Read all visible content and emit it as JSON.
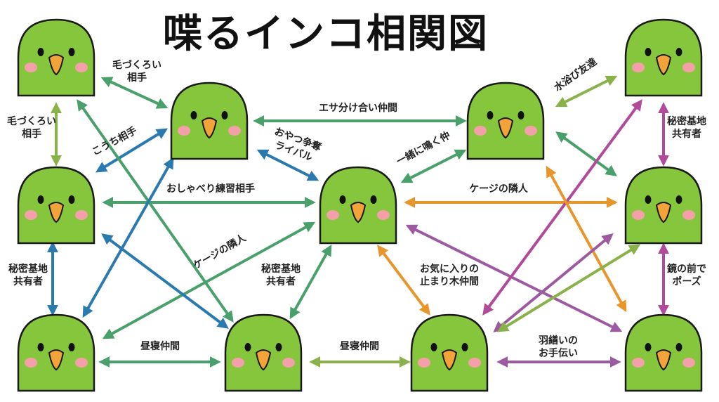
{
  "title": "喋るインコ相関図",
  "colors": {
    "body": "#86c63c",
    "body_stroke": "#1a1a1a",
    "beak": "#f2a33a",
    "cheek": "#f4a0a8",
    "green_arrow": "#4aa06a",
    "olive_arrow": "#8ab24a",
    "blue_arrow": "#2a7ab0",
    "orange_arrow": "#e8962a",
    "purple_arrow": "#9c5aa0",
    "magenta_arrow": "#b04a9a"
  },
  "nodes": [
    {
      "id": "p1"
    },
    {
      "id": "p2"
    },
    {
      "id": "p3"
    },
    {
      "id": "p4"
    },
    {
      "id": "p5"
    },
    {
      "id": "p6"
    },
    {
      "id": "p7"
    },
    {
      "id": "p8"
    },
    {
      "id": "p9"
    },
    {
      "id": "p10"
    },
    {
      "id": "p11"
    }
  ],
  "edges": [
    {
      "label": "毛づくろい\n相手",
      "color": "olive_arrow"
    },
    {
      "label": "毛づくろい\n相手",
      "color": "green_arrow"
    },
    {
      "label": "こうち相手",
      "color": "blue_arrow"
    },
    {
      "label": "エサ分け合い仲間",
      "color": "green_arrow"
    },
    {
      "label": "おやつ争奪\nライバル",
      "color": "blue_arrow"
    },
    {
      "label": "おしゃべり練習相手",
      "color": "green_arrow"
    },
    {
      "label": "ケージの隣人",
      "color": "green_arrow"
    },
    {
      "label": "秘密基地\n共有者",
      "color": "blue_arrow"
    },
    {
      "label": "秘密基地\n共有者",
      "color": "green_arrow"
    },
    {
      "label": "昼寝仲間",
      "color": "green_arrow"
    },
    {
      "label": "昼寝仲間",
      "color": "olive_arrow"
    },
    {
      "label": "一緒に鳴く仲",
      "color": "green_arrow"
    },
    {
      "label": "ケージの隣人",
      "color": "orange_arrow"
    },
    {
      "label": "お気に入りの\n止まり木仲間",
      "color": "orange_arrow"
    },
    {
      "label": "水浴び友達",
      "color": "olive_arrow"
    },
    {
      "label": "秘密基地\n共有者",
      "color": "magenta_arrow"
    },
    {
      "label": "鏡の前で\nポーズ",
      "color": "magenta_arrow"
    },
    {
      "label": "羽繕いの\nお手伝い",
      "color": "purple_arrow"
    },
    {
      "label": "",
      "color": "green_arrow"
    },
    {
      "label": "",
      "color": "blue_arrow"
    },
    {
      "label": "",
      "color": "blue_arrow"
    },
    {
      "label": "",
      "color": "green_arrow"
    },
    {
      "label": "",
      "color": "purple_arrow"
    },
    {
      "label": "",
      "color": "magenta_arrow"
    },
    {
      "label": "",
      "color": "orange_arrow"
    },
    {
      "label": "",
      "color": "purple_arrow"
    },
    {
      "label": "",
      "color": "olive_arrow"
    }
  ]
}
